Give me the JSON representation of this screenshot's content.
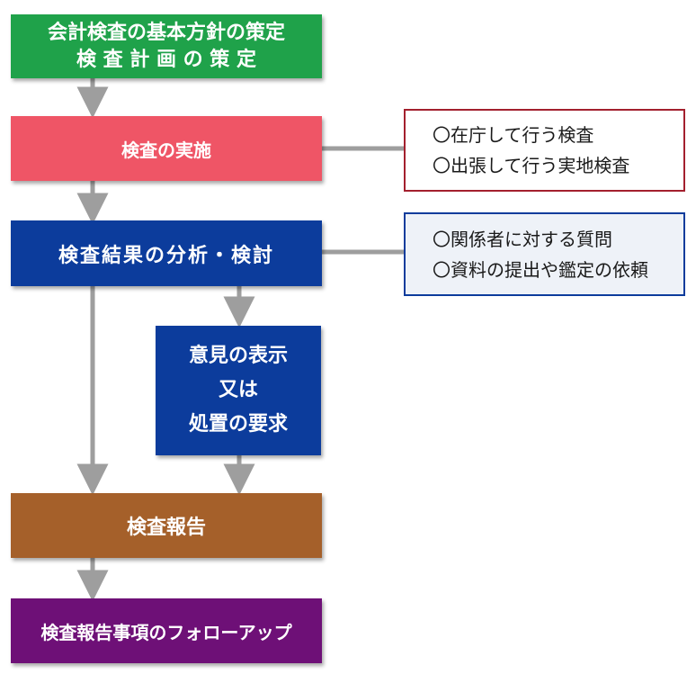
{
  "colors": {
    "start": "#1fa24a",
    "implement": "#ef5566",
    "analyze": "#0c3c9c",
    "opinion": "#0c3c9c",
    "report": "#a5602a",
    "followup": "#6e1077",
    "arrow": "#9e9e9e",
    "implement_note_border": "#a3202e",
    "analyze_note_border": "#0c3c9c",
    "analyze_note_bg": "#eef2f8"
  },
  "boxes": {
    "start": {
      "line1": "会計検査の基本方針の策定",
      "line2": "検 査 計 画 の 策 定"
    },
    "implement": {
      "label": "検査の実施"
    },
    "analyze": {
      "label": "検査結果の分析・検討"
    },
    "opinion": {
      "line1": "意見の表示",
      "line2": "又は",
      "line3": "処置の要求"
    },
    "report": {
      "label": "検査報告"
    },
    "followup": {
      "label": "検査報告事項のフォローアップ"
    }
  },
  "notes": {
    "implement": [
      "〇在庁して行う検査",
      "〇出張して行う実地検査"
    ],
    "analyze": [
      "〇関係者に対する質問",
      "〇資料の提出や鑑定の依頼"
    ]
  }
}
